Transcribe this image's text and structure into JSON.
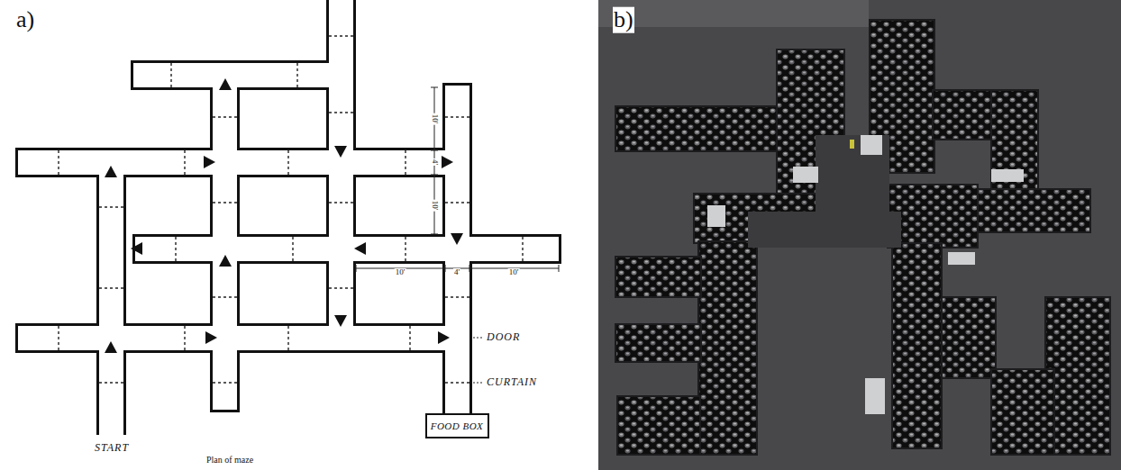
{
  "diagram": {
    "nodes": [
      {
        "text": [
          "FOOD BOX"
        ]
      }
    ],
    "labels": [
      "a)",
      "b)",
      "START",
      "DOOR",
      "CURTAIN",
      "10'",
      "4'",
      "10'",
      "10'",
      "4'",
      "10'",
      "Plan of maze"
    ]
  }
}
